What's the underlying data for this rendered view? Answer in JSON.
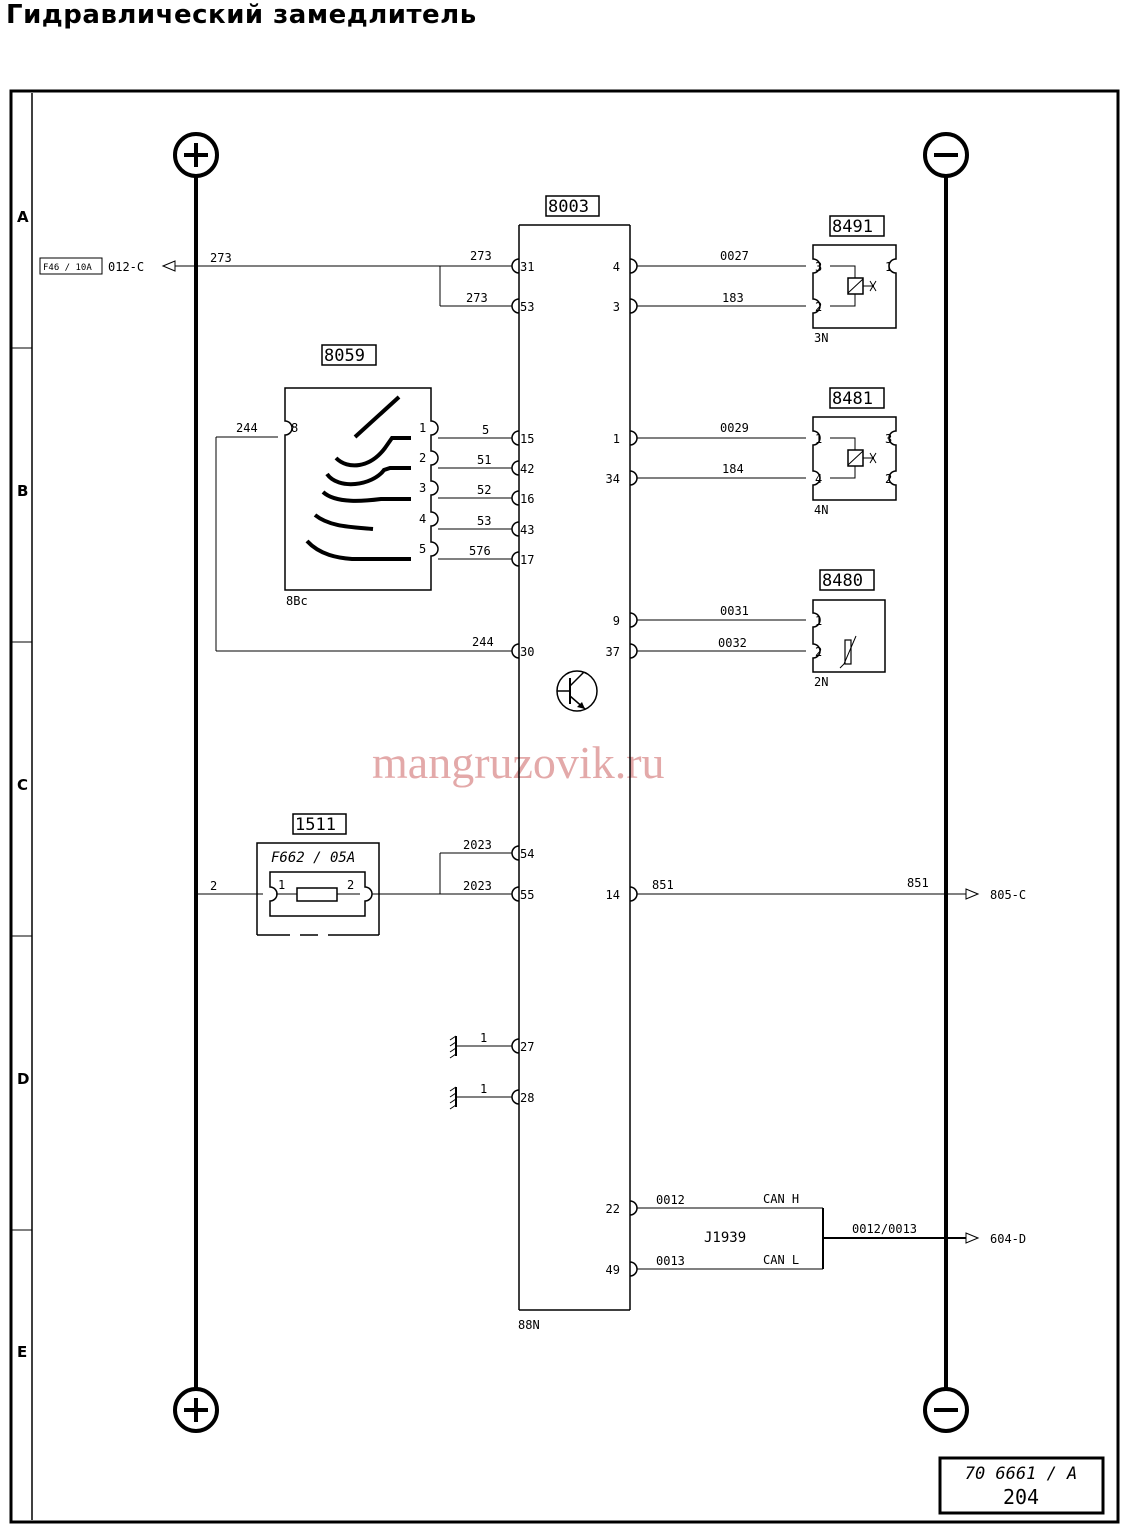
{
  "title": "Гидравлический замедлитель",
  "watermark": "mangruzovik.ru",
  "zones": [
    "A",
    "B",
    "C",
    "D",
    "E"
  ],
  "rails": {
    "positive": "+",
    "negative": "−"
  },
  "stamp": {
    "doc": "70 6661 / A",
    "page": "204"
  },
  "ecu": {
    "id": "8003",
    "connector": "88N",
    "left_pins": [
      "31",
      "53",
      "15",
      "42",
      "16",
      "43",
      "17",
      "30",
      "54",
      "55",
      "27",
      "28"
    ],
    "right_pins": [
      "4",
      "3",
      "1",
      "34",
      "9",
      "37",
      "14",
      "22",
      "49"
    ]
  },
  "wires": {
    "w31": "273",
    "w53": "273",
    "w273_out": "273",
    "w15": "5",
    "w42": "51",
    "w16": "52",
    "w43": "53",
    "w17": "576",
    "w244_top": "244",
    "w244_bot": "244",
    "w54": "2023",
    "w55": "2023",
    "w2": "2",
    "w27": "1",
    "w28": "1",
    "w4": "0027",
    "w3": "183",
    "w1": "0029",
    "w34": "184",
    "w9": "0031",
    "w37": "0032",
    "w14a": "851",
    "w14b": "851",
    "w22": "0012",
    "w49": "0013",
    "bus_out": "0012/0013"
  },
  "fuse_ref": {
    "tag": "F46 / 10A",
    "dest": "012-C"
  },
  "switch": {
    "id": "8059",
    "connector": "8Bc",
    "common_pin": "8",
    "pins": [
      "1",
      "2",
      "3",
      "4",
      "5"
    ]
  },
  "fuse": {
    "id": "1511",
    "label": "F662 / 05A",
    "pin1": "1",
    "pin2": "2"
  },
  "relay1": {
    "id": "8491",
    "connector": "3N",
    "pins": [
      "3",
      "2",
      "1"
    ]
  },
  "relay2": {
    "id": "8481",
    "connector": "4N",
    "pins": [
      "1",
      "4",
      "3",
      "2"
    ]
  },
  "sensor": {
    "id": "8480",
    "connector": "2N",
    "pins": [
      "1",
      "2"
    ]
  },
  "can": {
    "bus": "J1939",
    "h": "CAN H",
    "l": "CAN L"
  },
  "destinations": {
    "d14": "805-C",
    "dcan": "604-D"
  }
}
